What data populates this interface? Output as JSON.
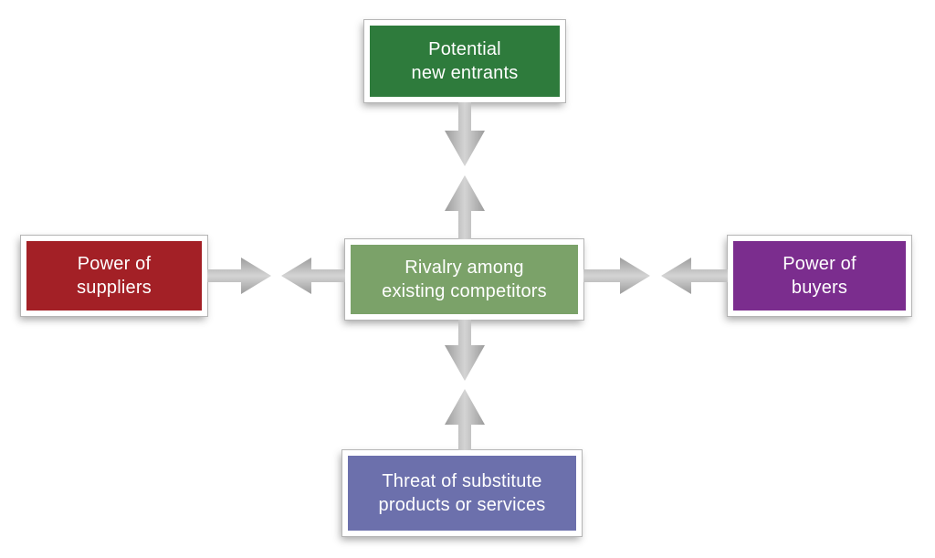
{
  "diagram": {
    "background": "#ffffff",
    "text_color": "#ffffff",
    "arrow_color": "#a9a9a9",
    "box_border_color": "#ffffff",
    "box_outline_color": "#b5b5b5"
  },
  "nodes": {
    "potential_new_entrants": {
      "lines": [
        "Potential",
        "new entrants"
      ],
      "color": "#2e7b3c"
    },
    "power_of_suppliers": {
      "lines": [
        "Power of",
        "suppliers"
      ],
      "color": "#a32026"
    },
    "rivalry_among_existing_competitors": {
      "lines": [
        "Rivalry among",
        "existing competitors"
      ],
      "color": "#7ba269"
    },
    "power_of_buyers": {
      "lines": [
        "Power of",
        "buyers"
      ],
      "color": "#7b2d8e"
    },
    "threat_of_substitute_products": {
      "lines": [
        "Threat of substitute",
        "products or services"
      ],
      "color": "#6c70ac"
    }
  },
  "connectors": [
    {
      "between": [
        "potential_new_entrants",
        "rivalry_among_existing_competitors"
      ],
      "orientation": "vertical",
      "style": "converging-arrows"
    },
    {
      "between": [
        "power_of_suppliers",
        "rivalry_among_existing_competitors"
      ],
      "orientation": "horizontal",
      "style": "converging-arrows"
    },
    {
      "between": [
        "rivalry_among_existing_competitors",
        "power_of_buyers"
      ],
      "orientation": "horizontal",
      "style": "converging-arrows"
    },
    {
      "between": [
        "rivalry_among_existing_competitors",
        "threat_of_substitute_products"
      ],
      "orientation": "vertical",
      "style": "converging-arrows"
    }
  ]
}
